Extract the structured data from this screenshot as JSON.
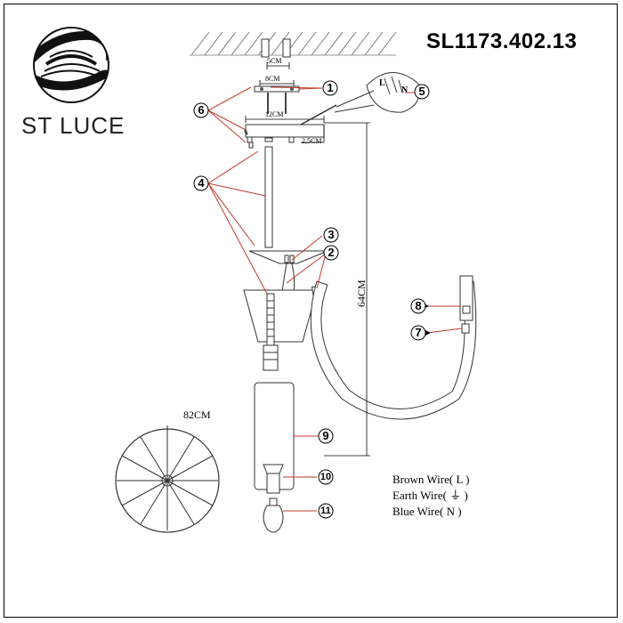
{
  "brand": {
    "name": "ST LUCE"
  },
  "model": "SL1173.402.13",
  "dimensions": {
    "bracket_holes": "5CM",
    "bracket_width": "8CM",
    "canopy_width": "12CM",
    "canopy_height": "2,5CM",
    "total_height": "64CM",
    "shade_diameter": "82CM"
  },
  "parts": [
    {
      "num": "1",
      "label": "1"
    },
    {
      "num": "2",
      "label": "2"
    },
    {
      "num": "3",
      "label": "3"
    },
    {
      "num": "4",
      "label": "4"
    },
    {
      "num": "5",
      "label": "5"
    },
    {
      "num": "6",
      "label": "6"
    },
    {
      "num": "7",
      "label": "7"
    },
    {
      "num": "8",
      "label": "8"
    },
    {
      "num": "9",
      "label": "9"
    },
    {
      "num": "10",
      "label": "10"
    },
    {
      "num": "11",
      "label": "11"
    }
  ],
  "wiring": {
    "L": "L",
    "N": "N",
    "legend": [
      "Brown Wire( L )",
      "Earth Wire( ⏚ )",
      "Blue Wire( N )"
    ]
  }
}
